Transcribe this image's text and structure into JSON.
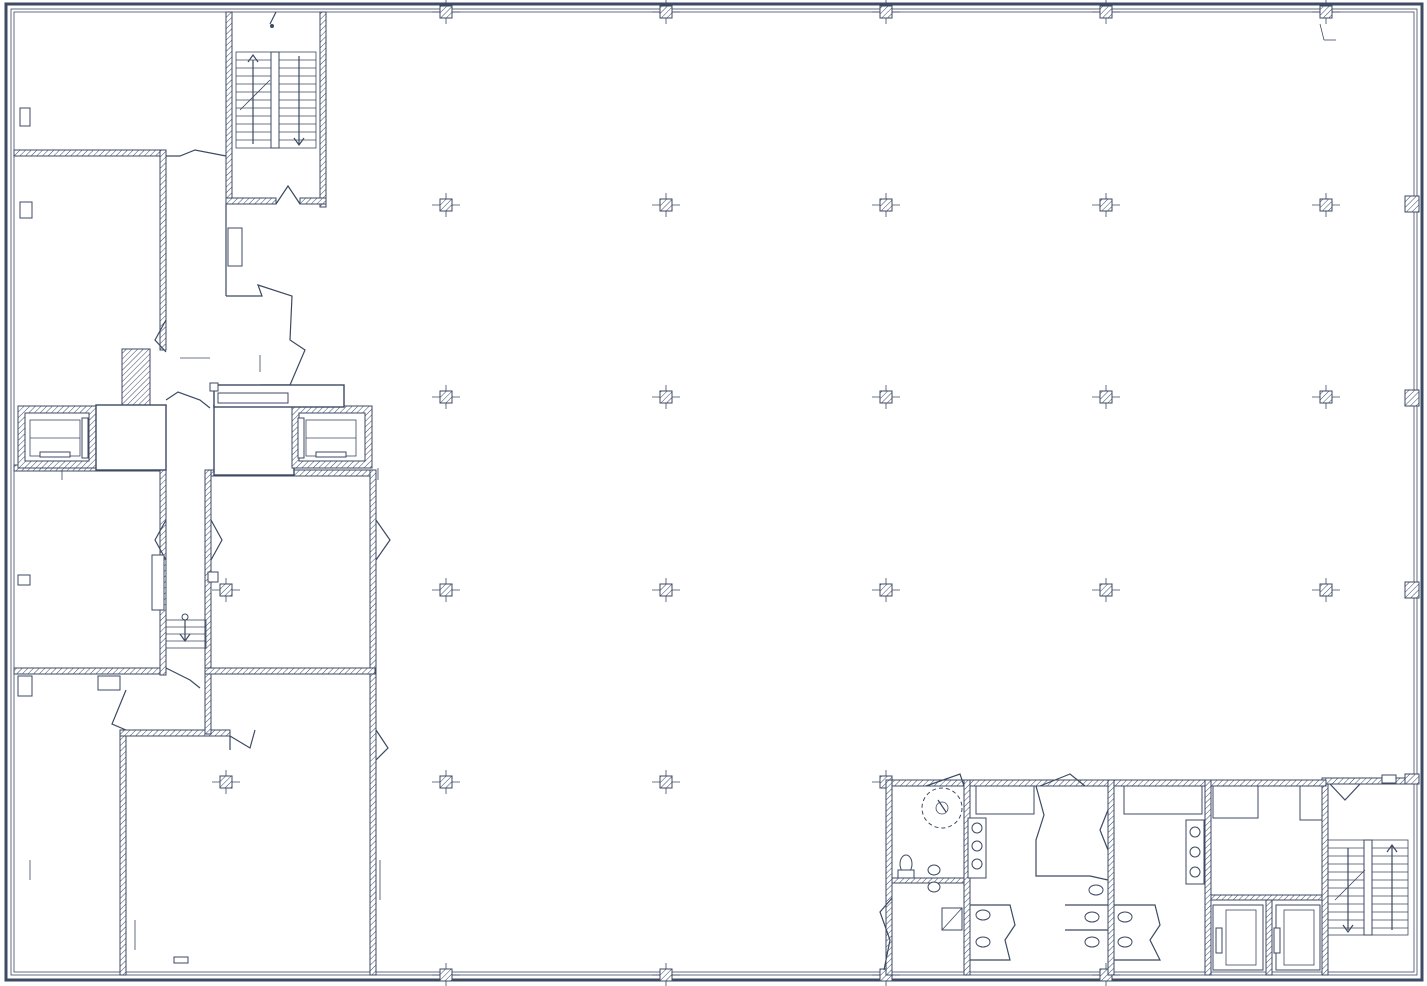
{
  "drawing": {
    "colors": {
      "ink": "#3d4a63",
      "background": "#ffffff"
    },
    "icons": {
      "column": "column-icon",
      "stair": "staircase-icon",
      "elevator": "elevator-icon",
      "door": "door-swing-icon",
      "toilet": "toilet-icon",
      "sink": "sink-icon",
      "accessible": "wheelchair-icon"
    },
    "column_grid": {
      "label": "structural-column-grid",
      "columns_x_count": 5,
      "rows": 5
    },
    "restroom_block": {
      "toilets": 9,
      "sinks": 6
    },
    "stairs": 2,
    "elevators": 4
  }
}
